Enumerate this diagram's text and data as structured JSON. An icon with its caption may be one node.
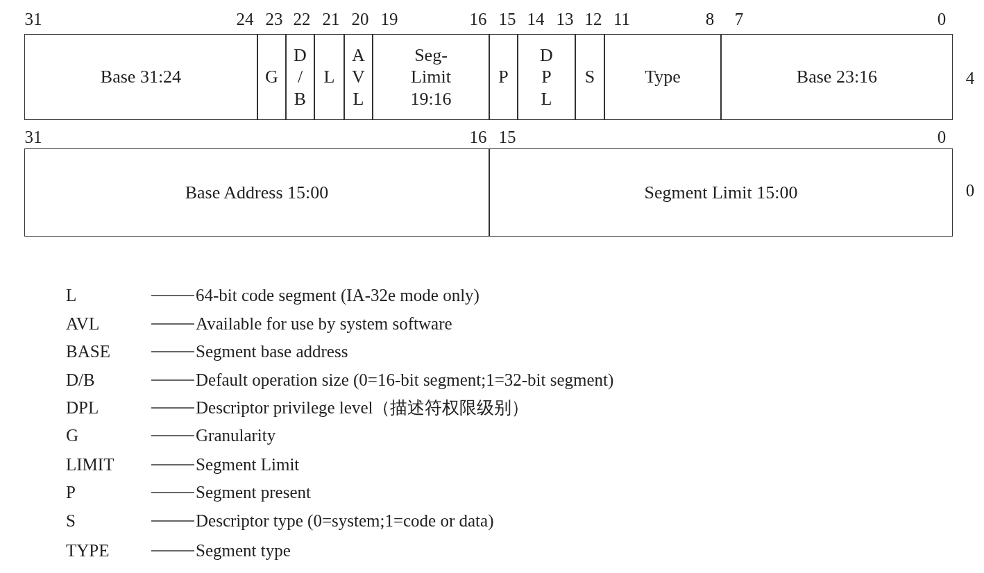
{
  "diagram": {
    "nodes": [
      {
        "text": [
          "Base 31:24"
        ]
      },
      {
        "text": [
          "G"
        ]
      },
      {
        "text": [
          "D / B"
        ]
      },
      {
        "text": [
          "L"
        ]
      },
      {
        "text": [
          "A V L"
        ]
      },
      {
        "text": [
          "Seg- Limit 19:16"
        ]
      },
      {
        "text": [
          "P"
        ]
      },
      {
        "text": [
          "D P L"
        ]
      },
      {
        "text": [
          "S"
        ]
      },
      {
        "text": [
          "Type"
        ]
      },
      {
        "text": [
          "Base 23:16"
        ]
      },
      {
        "text": [
          "Base Address 15:00"
        ]
      },
      {
        "text": [
          "Segment Limit 15:00"
        ]
      }
    ],
    "edges": [],
    "labels": [
      "31",
      "24",
      "23",
      "22",
      "21",
      "20",
      "19",
      "16",
      "15",
      "14",
      "13",
      "12",
      "11",
      "8",
      "7",
      "0",
      "4",
      "31",
      "16",
      "15",
      "0",
      "0",
      "L",
      "64-bit code segment (IA-32e mode only)",
      "AVL",
      "Available for use by system software",
      "BASE",
      "Segment base address",
      "D/B",
      "Default operation size (0=16-bit segment;1=32-bit segment)",
      "DPL",
      "Descriptor privilege level（描述符权限级别）",
      "G",
      "Granularity",
      "LIMIT",
      "Segment Limit",
      "P",
      "Segment present",
      "S",
      "Descriptor type (0=system;1=code or data)",
      "TYPE",
      "Segment type"
    ]
  }
}
